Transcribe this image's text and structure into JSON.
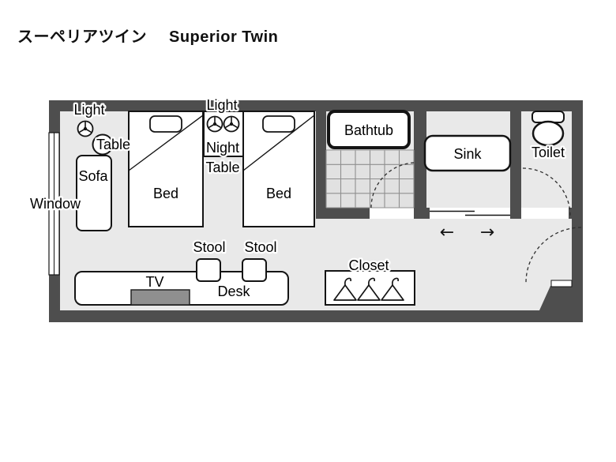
{
  "title": {
    "jp": "スーペリアツイン",
    "en": "Superior Twin"
  },
  "labels": {
    "light_left": "Light",
    "light_center": "Light",
    "table": "Table",
    "night_table_line1": "Night",
    "night_table_line2": "Table",
    "bed_left": "Bed",
    "bed_right": "Bed",
    "sofa": "Sofa",
    "window": "Window",
    "stool_left": "Stool",
    "stool_right": "Stool",
    "tv": "TV",
    "desk": "Desk",
    "closet": "Closet",
    "bathtub": "Bathtub",
    "sink": "Sink",
    "toilet": "Toilet"
  },
  "symbols": {
    "slide_arrow_left": "←",
    "slide_arrow_right": "→"
  },
  "icons": {
    "ceiling_lamp": "circle-with-spokes",
    "clothes_hanger": "triangle-with-hook",
    "toilet_fixture": "oval-bowl-with-tank",
    "door_swing": "dashed-quarter-arc",
    "sliding_door": "offset-track-lines"
  },
  "colors": {
    "wall": "#4e4e4e",
    "floor": "#e9e9e9",
    "tile_fill": "#e1e1e1",
    "tile_line": "#8f8f8f",
    "outline": "#141414",
    "tv_fill": "#8f8f8f",
    "text": "#000000",
    "label_halo": "#ffffff"
  }
}
